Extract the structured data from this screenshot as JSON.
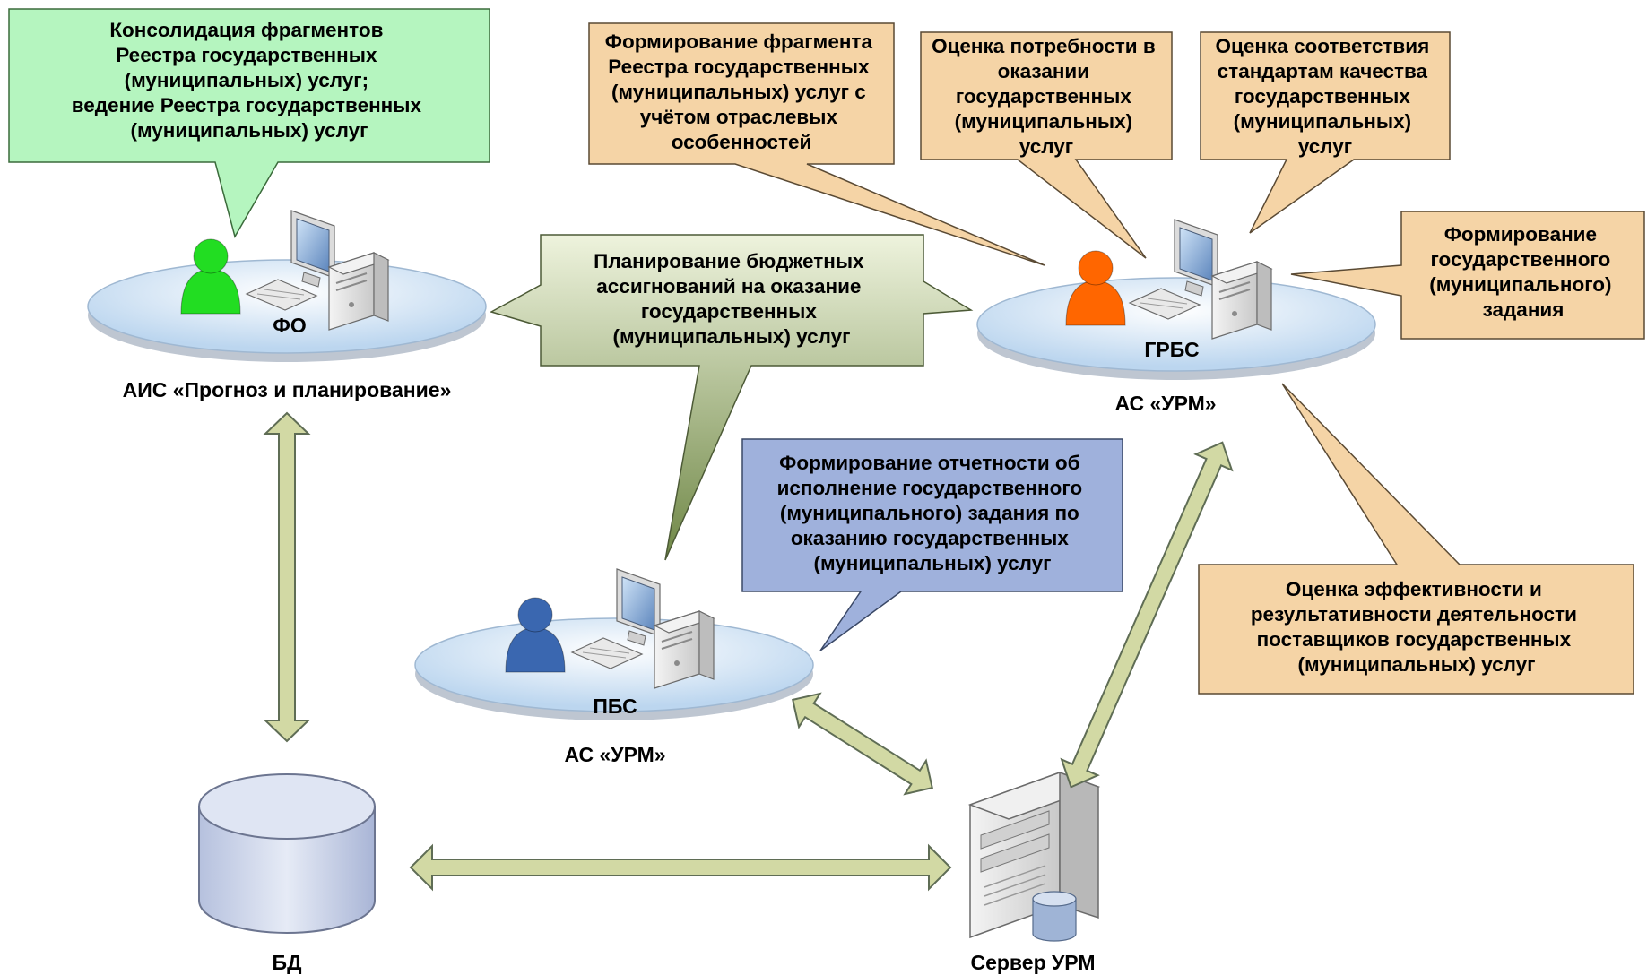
{
  "nodes": {
    "fo": {
      "label": "ФО",
      "caption": "АИС «Прогноз и планирование»",
      "person_color": "#22dd22"
    },
    "grbs": {
      "label": "ГРБС",
      "caption": "АС «УРМ»",
      "person_color": "#ff6600"
    },
    "pbs": {
      "label": "ПБС",
      "caption": "АС «УРМ»",
      "person_color": "#3a67b0"
    },
    "db": {
      "label": "БД"
    },
    "server": {
      "label": "Сервер УРМ"
    }
  },
  "callouts": {
    "consolidation": {
      "lines": [
        "Консолидация фрагментов",
        "Реестра государственных",
        "(муниципальных) услуг;",
        "ведение Реестра государственных",
        "(муниципальных) услуг"
      ]
    },
    "fragment": {
      "lines": [
        "Формирование фрагмента",
        "Реестра государственных",
        "(муниципальных) услуг с",
        "учётом отраслевых",
        "особенностей"
      ]
    },
    "need": {
      "lines": [
        "Оценка потребности в",
        "оказании",
        "государственных",
        "(муниципальных)",
        "услуг"
      ]
    },
    "standards": {
      "lines": [
        "Оценка соответствия",
        "стандартам качества",
        "государственных",
        "(муниципальных)",
        "услуг"
      ]
    },
    "task": {
      "lines": [
        "Формирование",
        "государственного",
        "(муниципального)",
        "задания"
      ]
    },
    "planning": {
      "lines": [
        "Планирование бюджетных",
        "ассигнований на оказание",
        "государственных",
        "(муниципальных) услуг"
      ]
    },
    "reporting": {
      "lines": [
        "Формирование отчетности об",
        "исполнение государственного",
        "(муниципального) задания по",
        "оказанию государственных",
        "(муниципальных) услуг"
      ]
    },
    "efficiency": {
      "lines": [
        "Оценка эффективности и",
        "результативности деятельности",
        "поставщиков государственных",
        "(муниципальных) услуг"
      ]
    }
  },
  "colors": {
    "green_fill": "#b5f5bf",
    "tan_fill": "#f5d4a6",
    "olive_light": "#e3ebce",
    "olive_dark": "#6f8746",
    "blue_fill": "#9fb1dc",
    "platform": "#bcd6ef",
    "arrow_fill": "#d2d9a4",
    "arrow_stroke": "#5f6d55",
    "db_fill": "#c9d2e8"
  }
}
